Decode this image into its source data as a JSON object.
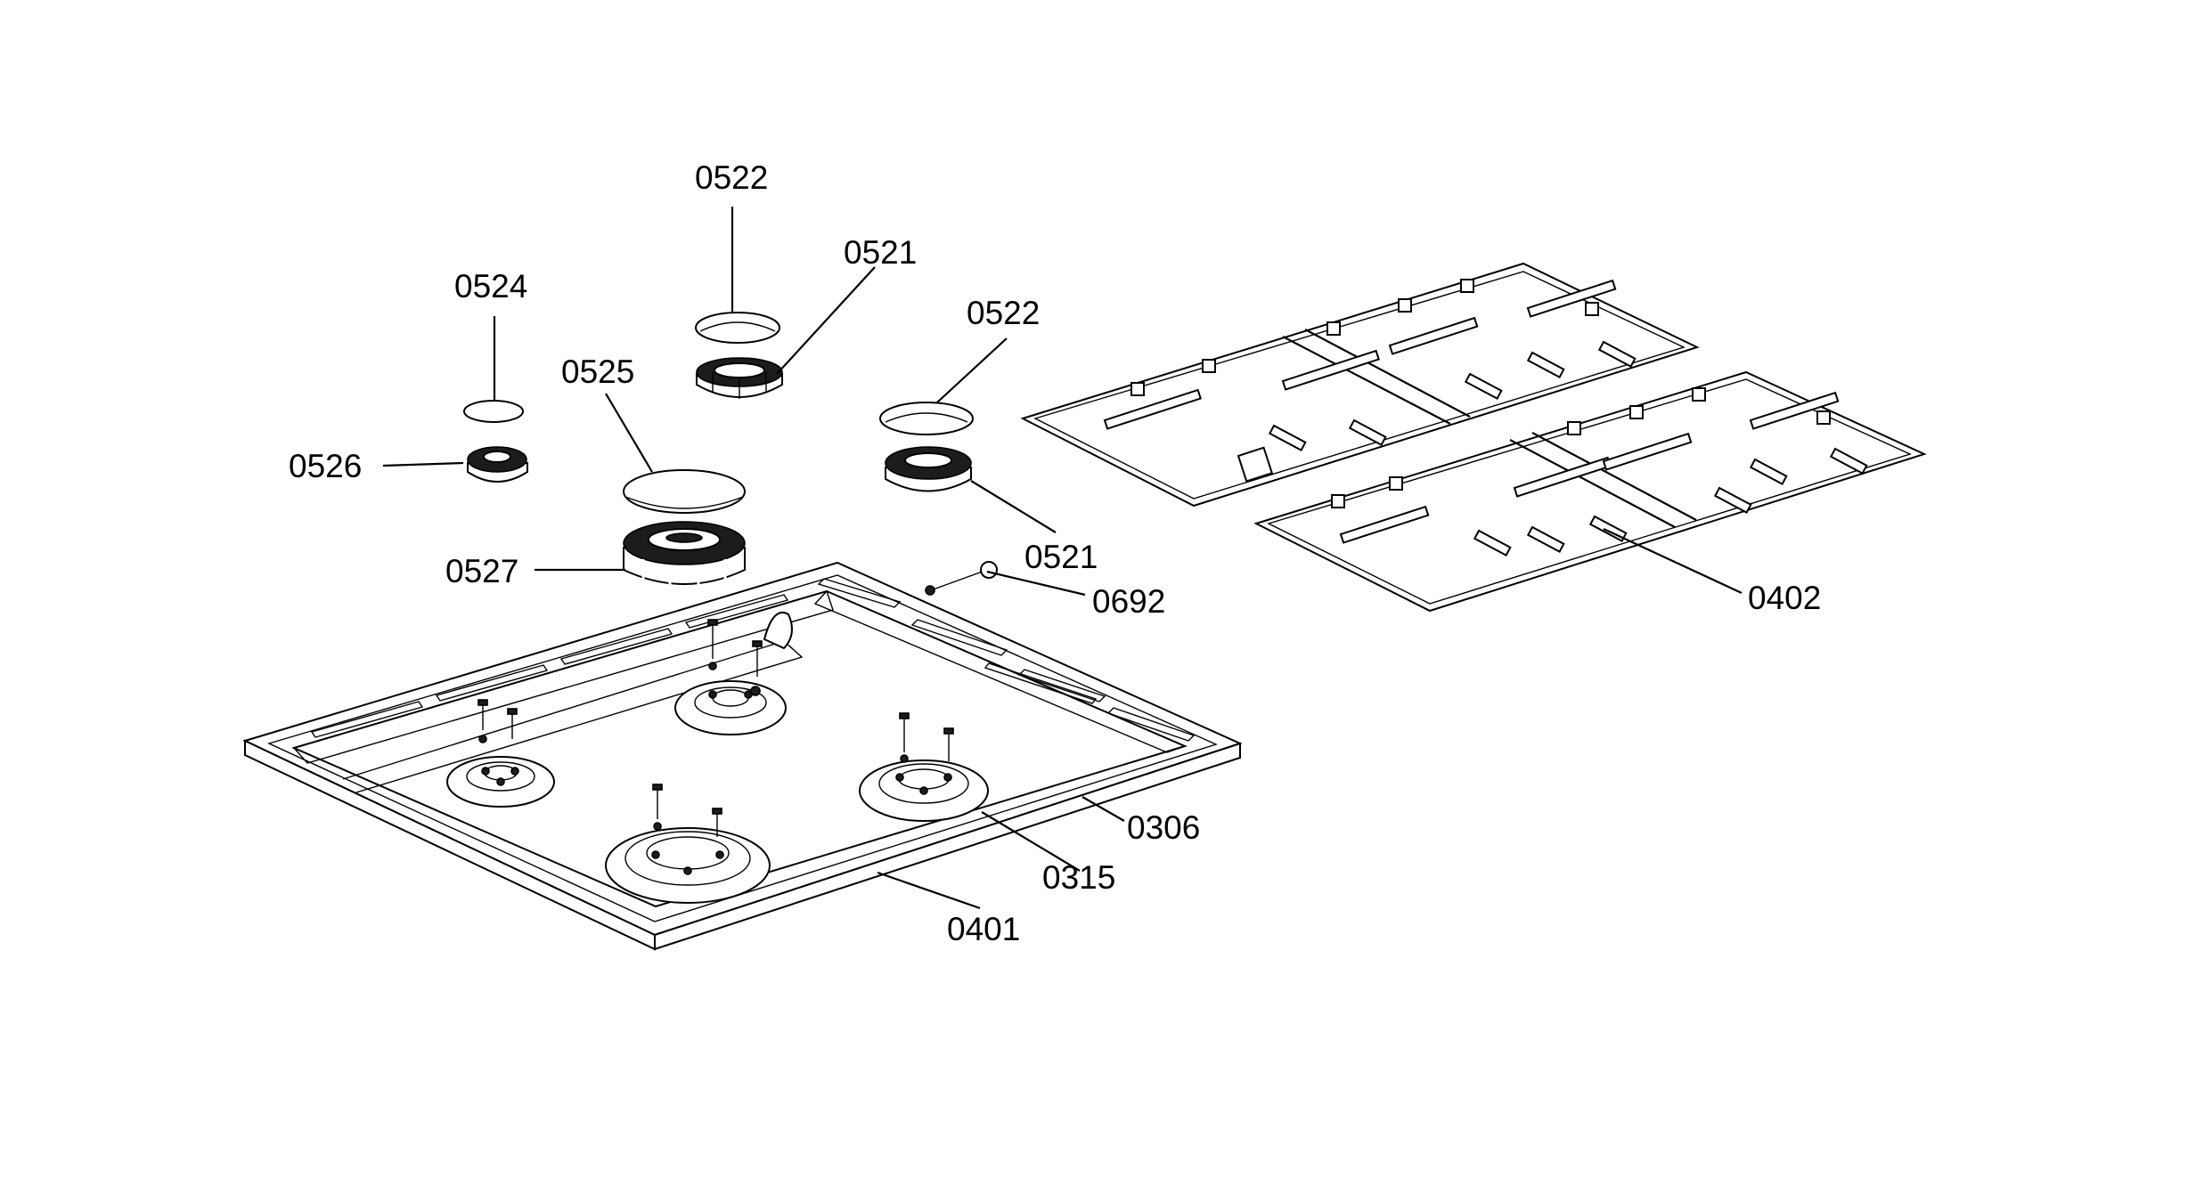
{
  "diagram": {
    "part_labels": {
      "cap_top": "0522",
      "burner_top": "0521",
      "cap_small": "0524",
      "cap_large": "0525",
      "cap_right": "0522",
      "burner_small": "0526",
      "burner_large": "0527",
      "burner_right": "0521",
      "electrode": "0692",
      "grids": "0402",
      "injector": "0306",
      "cup": "0315",
      "hob_frame": "0401"
    },
    "colors": {
      "ink": "#000000",
      "background": "#ffffff"
    }
  }
}
